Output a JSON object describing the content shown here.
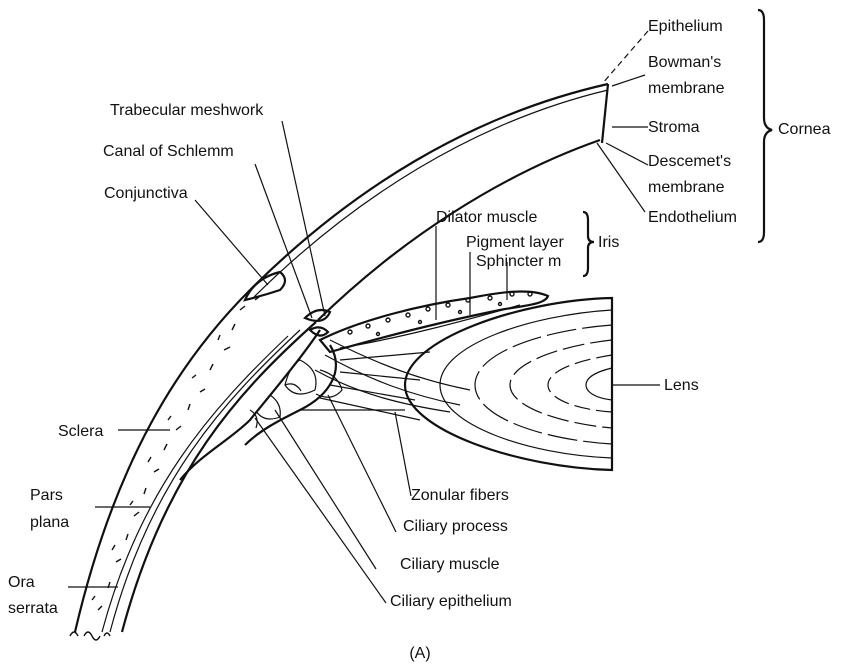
{
  "labels": {
    "epithelium": "Epithelium",
    "bowmans_1": "Bowman's",
    "bowmans_2": "membrane",
    "stroma": "Stroma",
    "cornea": "Cornea",
    "descemets_1": "Descemet's",
    "descemets_2": "membrane",
    "endothelium": "Endothelium",
    "trabecular": "Trabecular meshwork",
    "canal": "Canal of Schlemm",
    "conjunctiva": "Conjunctiva",
    "dilator": "Dilator muscle",
    "pigment": "Pigment layer",
    "sphincter": "Sphincter m",
    "iris": "Iris",
    "lens": "Lens",
    "sclera": "Sclera",
    "pars_1": "Pars",
    "pars_2": "plana",
    "zonular": "Zonular fibers",
    "ciliary_process": "Ciliary process",
    "ciliary_muscle": "Ciliary muscle",
    "ora_1": "Ora",
    "ora_2": "serrata",
    "ciliary_epithelium": "Ciliary epithelium",
    "caption": "(A)"
  },
  "colors": {
    "ink": "#111111",
    "background": "#ffffff"
  }
}
